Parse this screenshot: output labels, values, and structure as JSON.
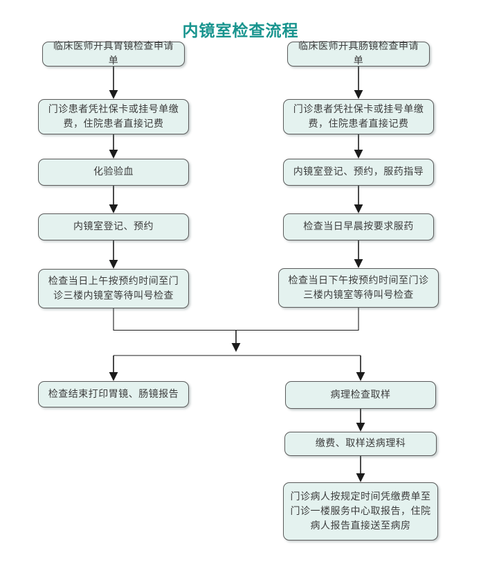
{
  "title": "内镜室检查流程",
  "colors": {
    "accent": "#18948E",
    "box_bg": "#E4F2EF",
    "box_border": "#5A5A5A",
    "line": "#1C1C1C",
    "text": "#3C3C3C",
    "background": "#FFFFFF"
  },
  "flow": {
    "left_column": [
      {
        "id": "l1",
        "text": "临床医师开具胃镜检查申请单"
      },
      {
        "id": "l2",
        "text": "门诊患者凭社保卡或挂号单缴费，住院患者直接记费"
      },
      {
        "id": "l3",
        "text": "化验验血"
      },
      {
        "id": "l4",
        "text": "内镜室登记、预约"
      },
      {
        "id": "l5",
        "text": "检查当日上午按预约时间至门诊三楼内镜室等待叫号检查"
      }
    ],
    "right_column": [
      {
        "id": "r1",
        "text": "临床医师开具肠镜检查申请单"
      },
      {
        "id": "r2",
        "text": "门诊患者凭社保卡或挂号单缴费，住院患者直接记费"
      },
      {
        "id": "r3",
        "text": "内镜室登记、预约，服药指导"
      },
      {
        "id": "r4",
        "text": "检查当日早晨按要求服药"
      },
      {
        "id": "r5",
        "text": "检查当日下午按预约时间至门诊三楼内镜室等待叫号检查"
      }
    ],
    "results": {
      "left": {
        "id": "l6",
        "text": "检查结束打印胃镜、肠镜报告"
      },
      "right_chain": [
        {
          "id": "r6",
          "text": "病理检查取样"
        },
        {
          "id": "r7",
          "text": "缴费、取样送病理科"
        },
        {
          "id": "r8",
          "text": "门诊病人按规定时间凭缴费单至门诊一楼服务中心取报告，住院病人报告直接送至病房"
        }
      ]
    }
  }
}
